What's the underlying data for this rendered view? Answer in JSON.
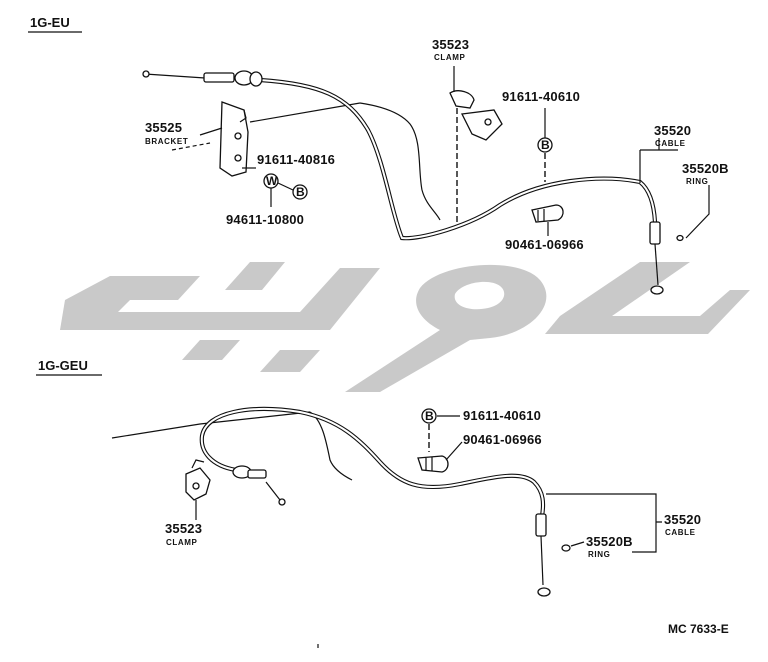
{
  "sections": {
    "upper": "1G-EU",
    "lower": "1G-GEU"
  },
  "upper": {
    "clamp": {
      "number": "35523",
      "name": "CLAMP"
    },
    "bracket": {
      "number": "35525",
      "name": "BRACKET"
    },
    "bolt_1": "91611-40816",
    "washer": "94611-10800",
    "bolt_2": "91611-40610",
    "cable": {
      "number": "35520",
      "name": "CABLE"
    },
    "ring": {
      "number": "35520B",
      "name": "RING"
    },
    "clip": "90461-06966"
  },
  "lower": {
    "bolt": "91611-40610",
    "clip": "90461-06966",
    "clamp": {
      "number": "35523",
      "name": "CLAMP"
    },
    "cable": {
      "number": "35520",
      "name": "CABLE"
    },
    "ring": {
      "number": "35520B",
      "name": "RING"
    }
  },
  "symbols": {
    "bolt": "B",
    "washer": "W"
  },
  "diagram_code": "MC 7633-E",
  "colors": {
    "ink": "#111111",
    "watermark": "#c9c9c9",
    "background": "#ffffff"
  }
}
